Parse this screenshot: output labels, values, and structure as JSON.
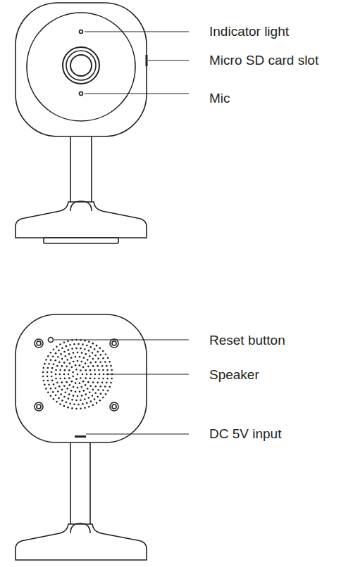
{
  "diagram": {
    "labels": [
      "Indicator light",
      "Micro SD card slot",
      "Mic",
      "Reset button",
      "Speaker",
      "DC 5V input"
    ]
  }
}
